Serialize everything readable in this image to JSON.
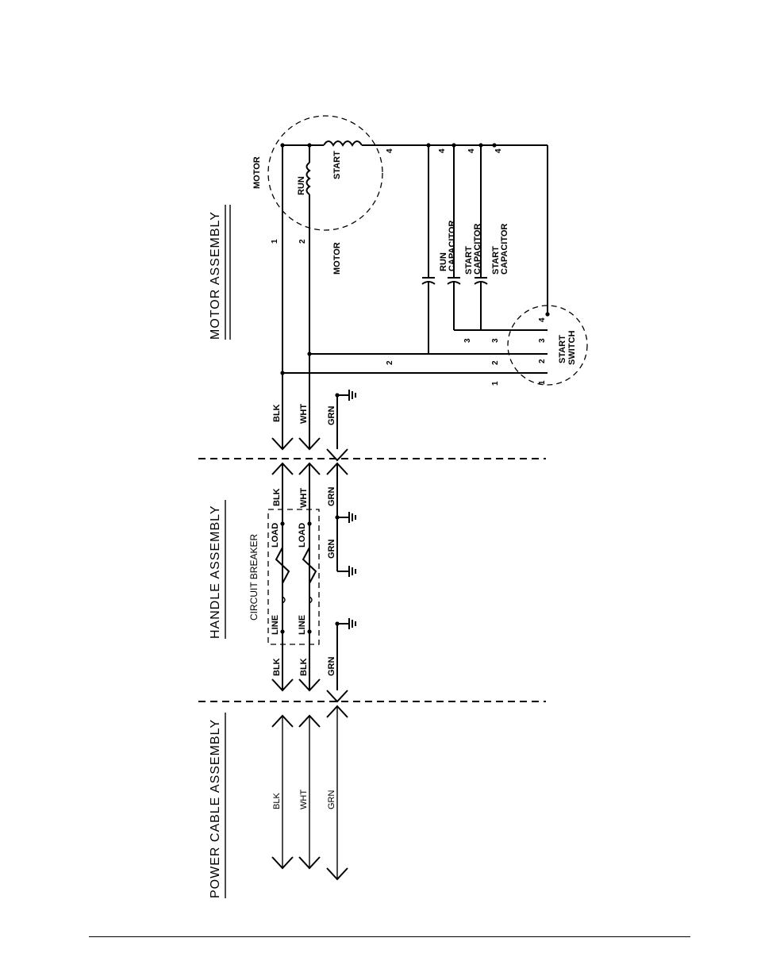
{
  "sections": {
    "motor_assembly": "MOTOR ASSEMBLY",
    "handle_assembly": "HANDLE ASSEMBLY",
    "power_cable_assembly": "POWER CABLE ASSEMBLY"
  },
  "motor": {
    "label_outer": "MOTOR",
    "label_inner": "MOTOR",
    "run_winding": "RUN",
    "start_winding": "START"
  },
  "capacitors": {
    "run": [
      "RUN",
      "CAPACITOR"
    ],
    "start_1": [
      "START",
      "CAPACITOR"
    ],
    "start_2": [
      "START",
      "CAPACITOR"
    ]
  },
  "start_switch": [
    "START",
    "SWITCH"
  ],
  "circuit_breaker": {
    "title": "CIRCUIT BREAKER",
    "line": "LINE",
    "load": "LOAD"
  },
  "wires": {
    "blk": "BLK",
    "wht": "WHT",
    "grn": "GRN"
  },
  "terminals": {
    "t1": "1",
    "t2": "2",
    "t3": "3",
    "t4": "4"
  }
}
